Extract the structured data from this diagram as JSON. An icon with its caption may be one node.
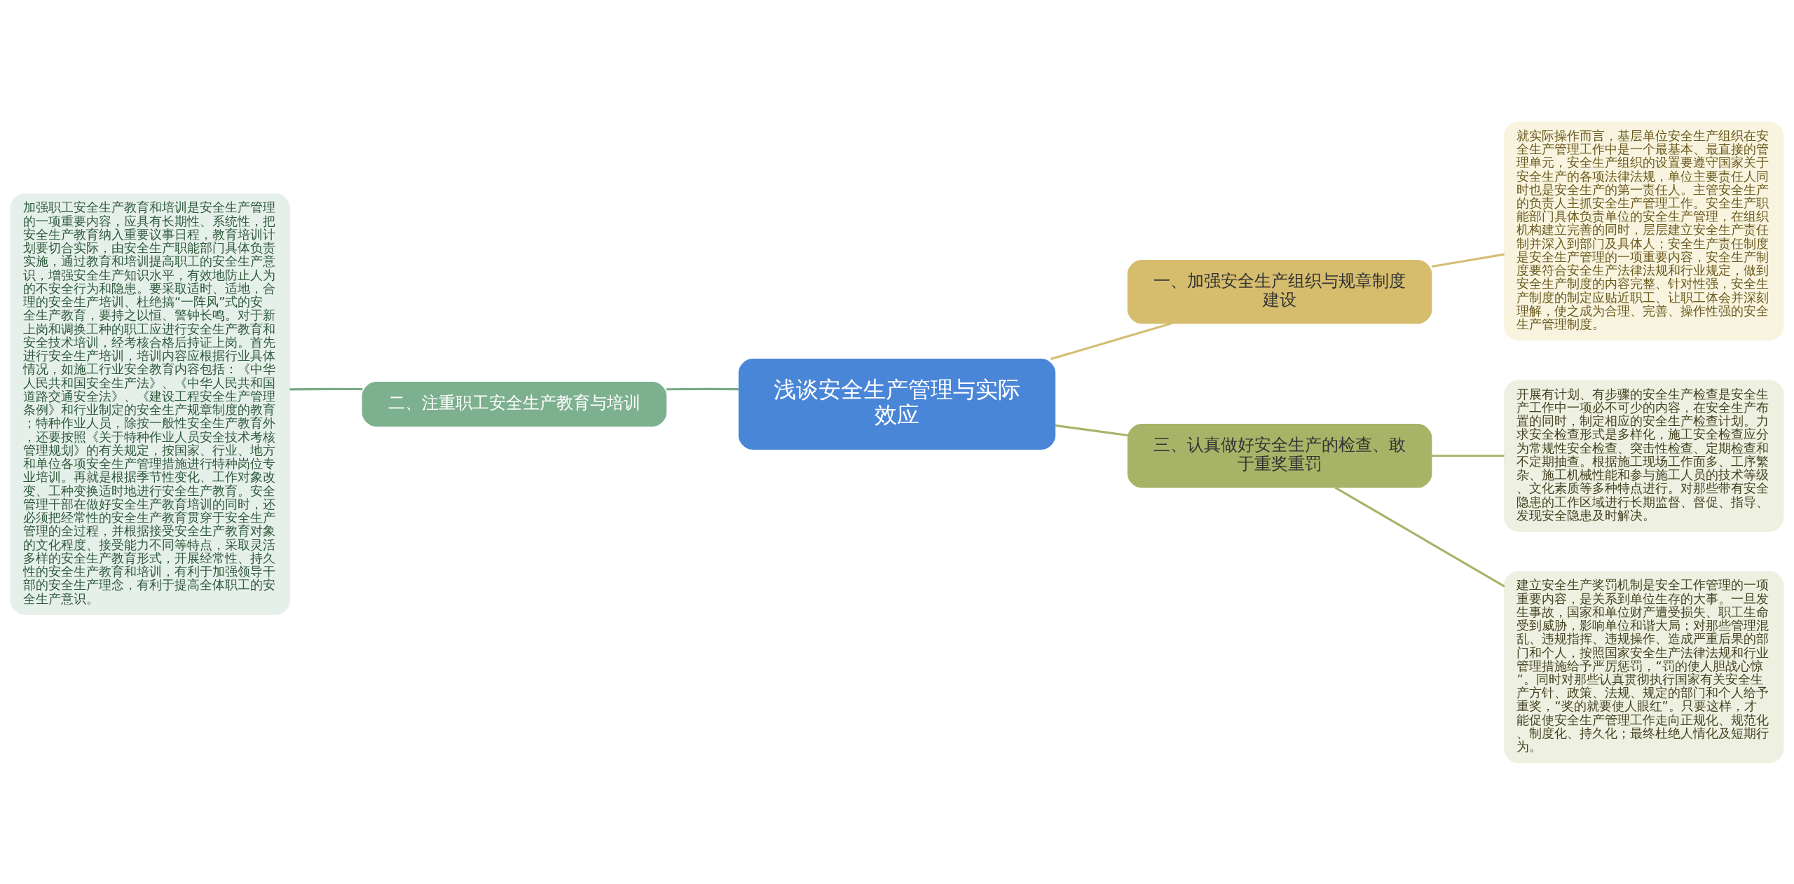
{
  "diagram": {
    "nodes": [
      {
        "text": [
          "浅谈安全生产管理与实际效应"
        ]
      },
      {
        "text": [
          "一、加强安全生产组织与规章制度建设"
        ]
      },
      {
        "text": [
          "就实际操作而言，基层单位安全生产组织在安全生产管理工作中是一个最基本、最直接的管理单元，安全生产组织的设置要遵守国家关于安全生产的各项法律法规，单位主要责任人同时也是安全生产的第一责任人。主管安全生产的负责人主抓安全生产管理工作。安全生产职能部门具体负责单位的安全生产管理，在组织机构建立完善的同时，层层建立安全生产责任制并深入到部门及具体人；安全生产责任制度是安全生产管理的一项重要内容，安全生产制度要符合安全生产法律法规和行业规定，做到安全生产制度的内容完整、针对性强，安全生产制度的制定应贴近职工、让职工体会并深刻理解，使之成为合理、完善、操作性强的安全生产管理制度。"
        ]
      },
      {
        "text": [
          "二、注重职工安全生产教育与培训"
        ]
      },
      {
        "text": [
          "加强职工安全生产教育和培训是安全生产管理的一项重要内容，应具有长期性、系统性，把安全生产教育纳入重要议事日程，教育培训计划要切合实际，由安全生产职能部门具体负责实施，通过教育和培训提高职工的安全生产意识，增强安全生产知识水平，有效地防止人为的不安全行为和隐患。要采取适时、适地，合理的安全生产培训、杜绝搞“一阵风”式的安全生产教育，要持之以恒、警钟长鸣。对于新上岗和调换工种的职工应进行安全生产教育和安全技术培训，经考核合格后持证上岗。首先进行安全生产培训，培训内容应根据行业具体情况，如施工行业安全教育内容包括：《中华人民共和国安全生产法》、《中华人民共和国道路交通安全法》、《建设工程安全生产管理条例》和行业制定的安全生产规章制度的教育；特种作业人员，除按一般性安全生产教育外，还要按照《关于特种作业人员安全技术考核管理规划》的有关规定，按国家、行业、地方和单位各项安全生产管理措施进行特种岗位专业培训。再就是根据季节性变化、工作对象改变、工种变换适时地进行安全生产教育。安全管理干部在做好安全生产教育培训的同时，还必须把经常性的安全生产教育贯穿于安全生产管理的全过程，并根据接受安全生产教育对象的文化程度、接受能力不同等特点，采取灵活多样的安全生产教育形式，开展经常性、持久性的安全生产教育和培训，有利于加强领导干部的安全生产理念，有利于提高全体职工的安全生产意识。"
        ]
      },
      {
        "text": [
          "三、认真做好安全生产的检查、敢于重奖重罚"
        ]
      },
      {
        "text": [
          "开展有计划、有步骤的安全生产检查是安全生产工作中一项必不可少的内容，在安全生产布置的同时，制定相应的安全生产检查计划。力求安全检查形式是多样化，施工安全检查应分为常规性安全检查、突击性检查、定期检查和不定期抽查。根据施工现场工作面多、工序繁杂、施工机械性能和参与施工人员的技术等级、文化素质等多种特点进行。对那些带有安全隐患的工作区域进行长期监督、督促、指导、发现安全隐患及时解决。"
        ]
      },
      {
        "text": [
          "建立安全生产奖罚机制是安全工作管理的一项重要内容，是关系到单位生存的大事。一旦发生事故，国家和单位财产遭受损失、职工生命受到威胁，影响单位和谐大局；对那些管理混乱、违规指挥、违规操作、造成严重后果的部门和个人，按照国家安全生产法律法规和行业管理措施给予严厉惩罚，“罚的使人胆战心惊”。同时对那些认真贯彻执行国家有关安全生产方针、政策、法规、规定的部门和个人给予重奖，“奖的就要使人眼红”。只要这样，才能促使安全生产管理工作走向正规化、规范化、制度化、持久化；最终杜绝人情化及短期行为。"
        ]
      }
    ],
    "edges": [
      {
        "from": 0,
        "to": 1,
        "arrow": "none",
        "color": "#d4be74"
      },
      {
        "from": 1,
        "to": 2,
        "arrow": "none",
        "color": "#d4be74"
      },
      {
        "from": 0,
        "to": 3,
        "arrow": "none",
        "color": "#79ab88"
      },
      {
        "from": 3,
        "to": 4,
        "arrow": "none",
        "color": "#79ab88"
      },
      {
        "from": 0,
        "to": 5,
        "arrow": "none",
        "color": "#a8b46a"
      },
      {
        "from": 5,
        "to": 6,
        "arrow": "none",
        "color": "#a8b46a"
      },
      {
        "from": 5,
        "to": 7,
        "arrow": "none",
        "color": "#a8b46a"
      }
    ]
  }
}
